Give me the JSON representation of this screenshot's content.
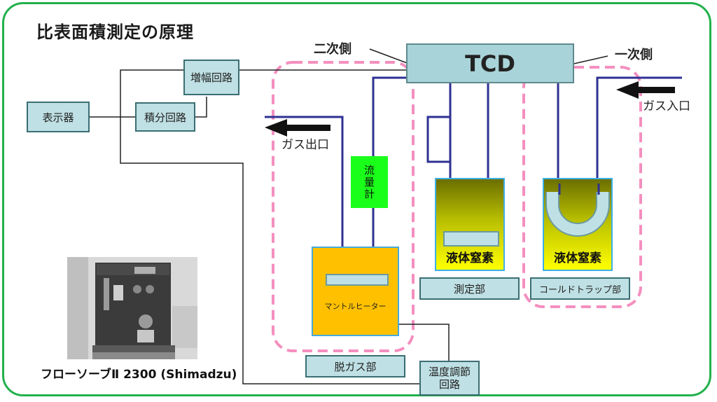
{
  "title": "比表面積測定の原理",
  "labels": {
    "tcd": "TCD",
    "secondary": "二次側",
    "primary": "一次側",
    "gas_in": "ガス入口",
    "gas_out": "ガス出口",
    "flowmeter": "流\n量\n計",
    "heater": "マントルヒーター",
    "dewar_measure": "液体窒素",
    "dewar_trap": "液体窒素",
    "measure_section": "測定部",
    "trap_section": "コールドトラップ部",
    "degas_section": "脱ガス部",
    "temp_control": "温度調節\n回路",
    "amplifier": "増幅回路",
    "integrator": "積分回路",
    "display": "表示器"
  },
  "photo_caption": "フローソーブⅡ 2300 (Shimadzu)",
  "colors": {
    "frame": "#22b14c",
    "pipe": "#2e3192",
    "wire": "#222222",
    "dashed": "#f48fbf",
    "box_fill": "#bfe0e4",
    "flowmeter": "#1aff1a",
    "heater": "#ffc000",
    "nitrogen_top": "#6b6f00",
    "nitrogen_bottom": "#ffff00"
  },
  "icons": [
    "arrow-right-icon",
    "arrow-left-icon",
    "u-tube-icon",
    "sample-cell-icon"
  ]
}
